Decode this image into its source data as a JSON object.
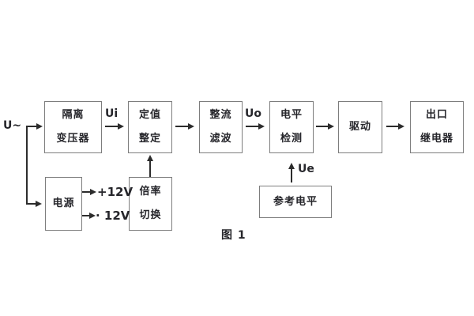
{
  "diagram": {
    "caption": "图 1",
    "labels": {
      "input": "U~",
      "ui": "Ui",
      "uo": "Uo",
      "ue": "Ue",
      "pos12": "+12V",
      "neg12": "· 12V"
    },
    "blocks": {
      "isolation_transformer": {
        "line1": "隔离",
        "line2": "变压器"
      },
      "setting_adjust": {
        "line1": "定值",
        "line2": "整定"
      },
      "rectifier_filter": {
        "line1": "整流",
        "line2": "滤波"
      },
      "level_detect": {
        "line1": "电平",
        "line2": "检测"
      },
      "drive": {
        "label": "驱动"
      },
      "output_relay": {
        "line1": "出口",
        "line2": "继电器"
      },
      "power_supply": {
        "label": "电源"
      },
      "ratio_switch": {
        "line1": "倍率",
        "line2": "切换"
      },
      "reference_level": {
        "label": "参考电平"
      }
    },
    "colors": {
      "background": "#ffffff",
      "box_border": "#7d7d7d",
      "connector": "#2c2c2c",
      "text": "#26262b"
    }
  }
}
